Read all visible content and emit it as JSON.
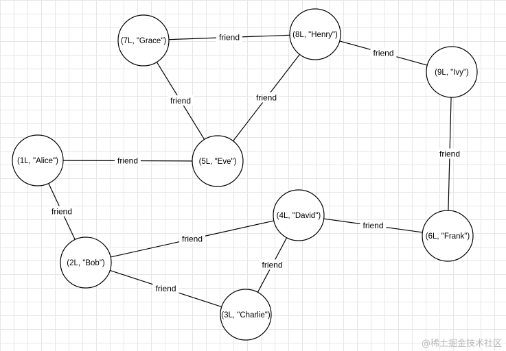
{
  "graph": {
    "nodes": [
      {
        "id": "n1",
        "label": "(1L, \"Alice\")"
      },
      {
        "id": "n2",
        "label": "(2L, \"Bob\")"
      },
      {
        "id": "n3",
        "label": "(3L, \"Charlie\")"
      },
      {
        "id": "n4",
        "label": "(4L, \"David\")"
      },
      {
        "id": "n5",
        "label": "(5L, \"Eve\")"
      },
      {
        "id": "n6",
        "label": "(6L, \"Frank\")"
      },
      {
        "id": "n7",
        "label": "(7L, \"Grace\")"
      },
      {
        "id": "n8",
        "label": "(8L, \"Henry\")"
      },
      {
        "id": "n9",
        "label": "(9L, \"Ivy\")"
      }
    ],
    "edges": [
      {
        "id": "e1",
        "source": "n7",
        "target": "n8",
        "label": "friend"
      },
      {
        "id": "e2",
        "source": "n8",
        "target": "n9",
        "label": "friend"
      },
      {
        "id": "e3",
        "source": "n7",
        "target": "n5",
        "label": "friend"
      },
      {
        "id": "e4",
        "source": "n8",
        "target": "n5",
        "label": "friend"
      },
      {
        "id": "e5",
        "source": "n1",
        "target": "n5",
        "label": "friend"
      },
      {
        "id": "e6",
        "source": "n9",
        "target": "n6",
        "label": "friend"
      },
      {
        "id": "e7",
        "source": "n1",
        "target": "n2",
        "label": "friend"
      },
      {
        "id": "e8",
        "source": "n2",
        "target": "n4",
        "label": "friend"
      },
      {
        "id": "e9",
        "source": "n4",
        "target": "n6",
        "label": "friend"
      },
      {
        "id": "e10",
        "source": "n4",
        "target": "n3",
        "label": "friend"
      },
      {
        "id": "e11",
        "source": "n2",
        "target": "n3",
        "label": "friend"
      }
    ]
  },
  "watermark": "@稀土掘金技术社区"
}
